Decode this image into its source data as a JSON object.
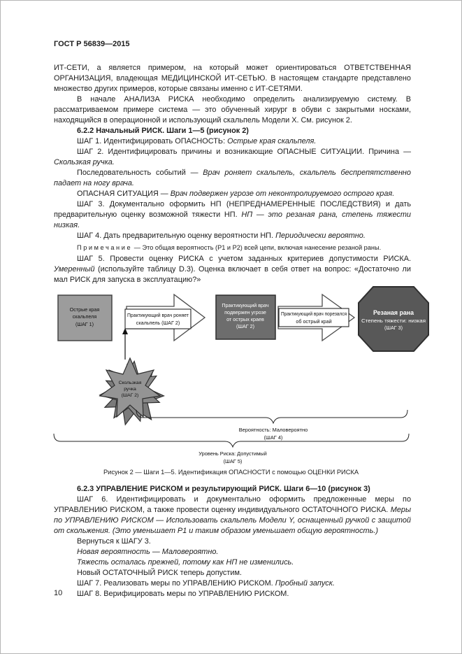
{
  "page": {
    "header": "ГОСТ Р 56839—2015",
    "page_number": "10"
  },
  "body": {
    "p1": "ИТ-СЕТИ, а является примером, на который может ориентироваться ОТВЕТСТВЕННАЯ ОРГАНИЗАЦИЯ, владеющая МЕДИЦИНСКОЙ ИТ-СЕТЬЮ. В настоящем стандарте представлено множество других примеров, которые связаны именно с ИТ-СЕТЯМИ.",
    "p2": "В начале АНАЛИЗА РИСКА необходимо определить анализируемую систему. В рассматриваемом примере система — это обученный хирург в обуви с закрытыми носками, находящийся в операционной и использующий скальпель Модели X. См. рисунок 2.",
    "h622": "6.2.2 Начальный РИСК. Шаги 1—5 (рисунок 2)",
    "shag1": {
      "lead": "ШАГ 1. Идентифицировать ОПАСНОСТЬ: ",
      "em": "Острые края скальпеля."
    },
    "shag2": {
      "lead": "ШАГ 2. Идентифицировать причины и возникающие ОПАСНЫЕ СИТУАЦИИ. Причина — ",
      "em": "Скользкая ручка."
    },
    "seq": {
      "lead": "Последовательность событий — ",
      "em": "Врач роняет скальпель, скальпель беспрепятственно падает на ногу врача."
    },
    "danger": {
      "lead": "ОПАСНАЯ СИТУАЦИЯ — ",
      "em": "Врач подвержен угрозе от неконтролируемого острого края."
    },
    "shag3": {
      "lead": "ШАГ 3. Документально оформить НП (НЕПРЕДНАМЕРЕННЫЕ ПОСЛЕДСТВИЯ) и дать предварительную оценку возможной тяжести НП. ",
      "em": "НП — это резаная рана, степень тяжести низкая."
    },
    "shag4": {
      "lead": "ШАГ 4. Дать предварительную оценку вероятности НП. ",
      "em": "Периодически вероятно."
    },
    "note": {
      "label": "Примечание",
      "rest": " — Это общая вероятность (Р1 и Р2) всей цепи, включая нанесение резаной раны."
    },
    "shag5": {
      "lead": "ШАГ 5. Провести оценку РИСКА с учетом заданных критериев допустимости РИСКА. ",
      "em": "Умеренный",
      "tail": " (используйте таблицу D.3). Оценка включает в себя ответ на вопрос: «Достаточно ли мал РИСК для запуска в эксплуатацию?»"
    }
  },
  "figure": {
    "caption": "Рисунок 2 — Шаги 1—5. Идентификация ОПАСНОСТИ с помощью ОЦЕНКИ РИСКА",
    "box1": {
      "lines": [
        "Острые края",
        "скальпеля",
        "(ШАГ 1)"
      ]
    },
    "arrow1_label": {
      "lines": [
        "Практикующий врач роняет",
        "скальпель (ШАГ 2)"
      ]
    },
    "box2": {
      "lines": [
        "Практикующий врач",
        "подвержен угрозе",
        "от острых краев",
        "(ШАГ 2)"
      ]
    },
    "arrow2_label": {
      "lines": [
        "Практикующий врач порезался",
        "об острый край"
      ]
    },
    "octagon": {
      "title": "Резаная рана",
      "lines": [
        "Степень тяжести: низкая",
        "(ШАГ 3)"
      ]
    },
    "star": {
      "lines": [
        "Скользкая",
        "ручка",
        "(ШАГ 2)"
      ]
    },
    "brace4": {
      "lines": [
        "Вероятность: Маловероятно",
        "(ШАГ 4)"
      ]
    },
    "brace5": {
      "lines": [
        "Уровень Риска: Допустимый",
        "(ШАГ 5)"
      ]
    },
    "colors": {
      "light_box": "#9c9c9c",
      "dark_box": "#6d6d6d",
      "octagon": "#585858",
      "star": "#949494",
      "star_shadow1": "#888888",
      "star_shadow2": "#7a7a7a",
      "arrow_fill": "#ffffff",
      "outline": "#454545"
    }
  },
  "section623": {
    "h623": "6.2.3 УПРАВЛЕНИЕ РИСКОМ и результирующий РИСК. Шаги 6—10 (рисунок 3)",
    "shag6": {
      "lead": "ШАГ 6. Идентифицировать и документально оформить предложенные меры по УПРАВЛЕНИЮ РИСКОМ, а также провести оценку индивидуального ОСТАТОЧНОГО РИСКА. ",
      "em": "Меры по УПРАВЛЕНИЮ РИСКОМ — Использовать скальпель Модели Y, оснащенный ручкой с защитой от скольжения. (Это уменьшает Р1 и таким образом уменьшает общую вероятность.)"
    },
    "return_step": "Вернуться к ШАГУ 3.",
    "new_prob": "Новая вероятность — Маловероятно.",
    "severity": "Тяжесть осталась прежней, потому как НП не изменились.",
    "new_risk": "Новый ОСТАТОЧНЫЙ РИСК теперь допустим.",
    "shag7": {
      "lead": "ШАГ 7. Реализовать меры по УПРАВЛЕНИЮ РИСКОМ. ",
      "em": "Пробный запуск."
    },
    "shag8": "ШАГ 8. Верифицировать меры по УПРАВЛЕНИЮ РИСКОМ."
  }
}
